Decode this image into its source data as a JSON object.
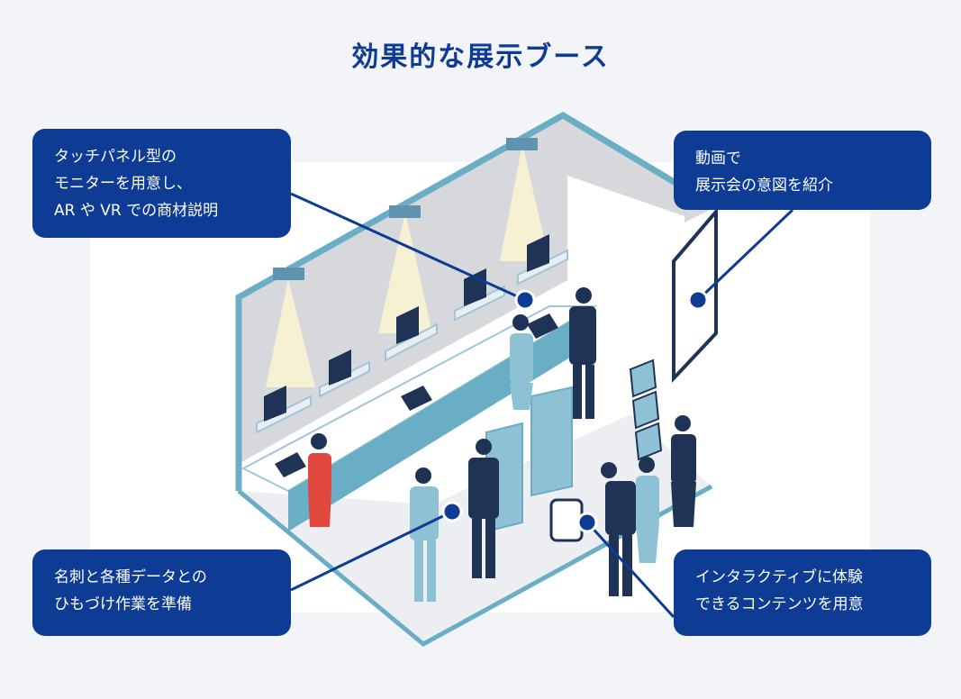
{
  "title": "効果的な展示ブース",
  "colors": {
    "accent": "#0e3b94",
    "booth_frame": "#6aaec6",
    "booth_wall": "#d7d9dd",
    "background": "#f2f4f7",
    "suit": "#1e3356",
    "red_dress": "#e0473d"
  },
  "callouts": {
    "touch_panel": {
      "lines": [
        "タッチパネル型の",
        "モニターを用意し、",
        "AR や VR での商材説明"
      ]
    },
    "video": {
      "lines": [
        "動画で",
        "展示会の意図を紹介"
      ]
    },
    "business_card": {
      "lines": [
        "名刺と各種データとの",
        "ひもづけ作業を準備"
      ]
    },
    "interactive": {
      "lines": [
        "インタラクティブに体験",
        "できるコンテンツを用意"
      ]
    }
  }
}
